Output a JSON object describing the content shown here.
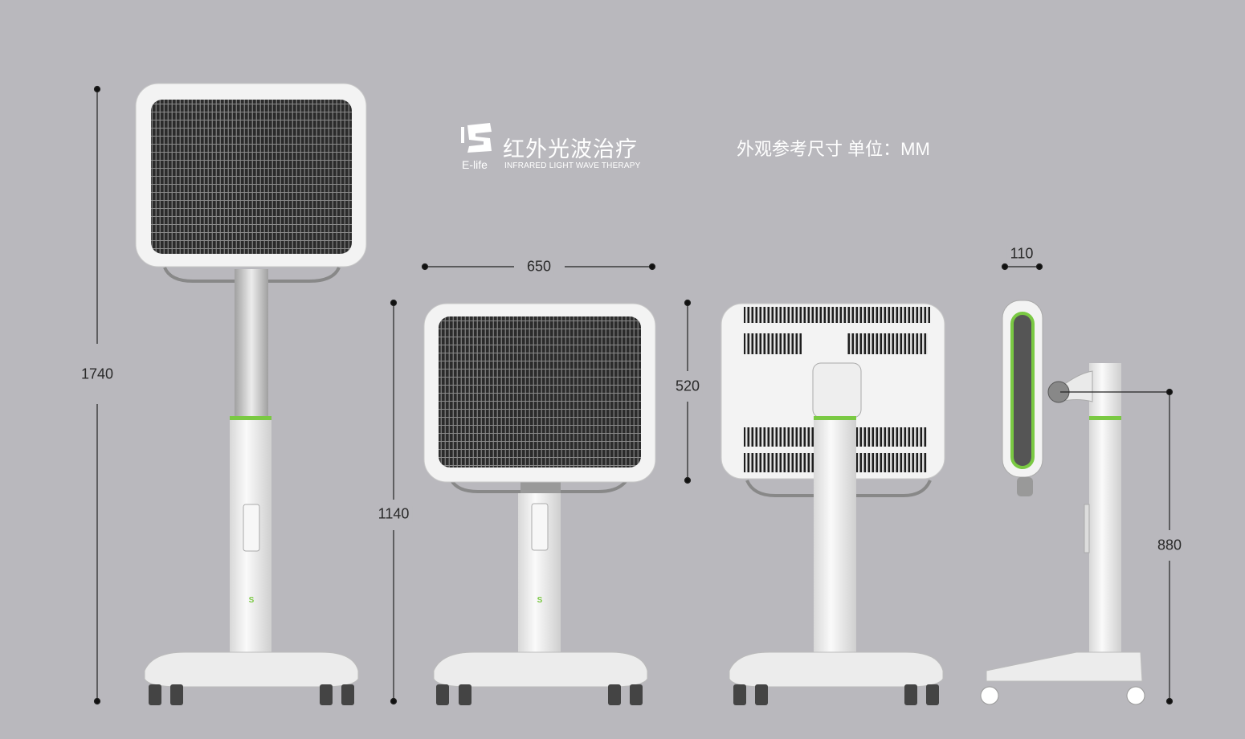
{
  "brand": {
    "logo_text": "E-life",
    "name_cn": "红外光波治疗",
    "name_en": "INFRARED LIGHT WAVE THERAPY"
  },
  "units_label": "外观参考尺寸 单位：MM",
  "dimensions": {
    "total_height": "1740",
    "short_height": "1140",
    "width": "650",
    "head_height": "520",
    "depth": "110",
    "pivot_height": "880"
  },
  "colors": {
    "background": "#b9b8bd",
    "accent": "#7ac943",
    "body": "#f2f2f2",
    "grill": "#2b2b2b"
  }
}
